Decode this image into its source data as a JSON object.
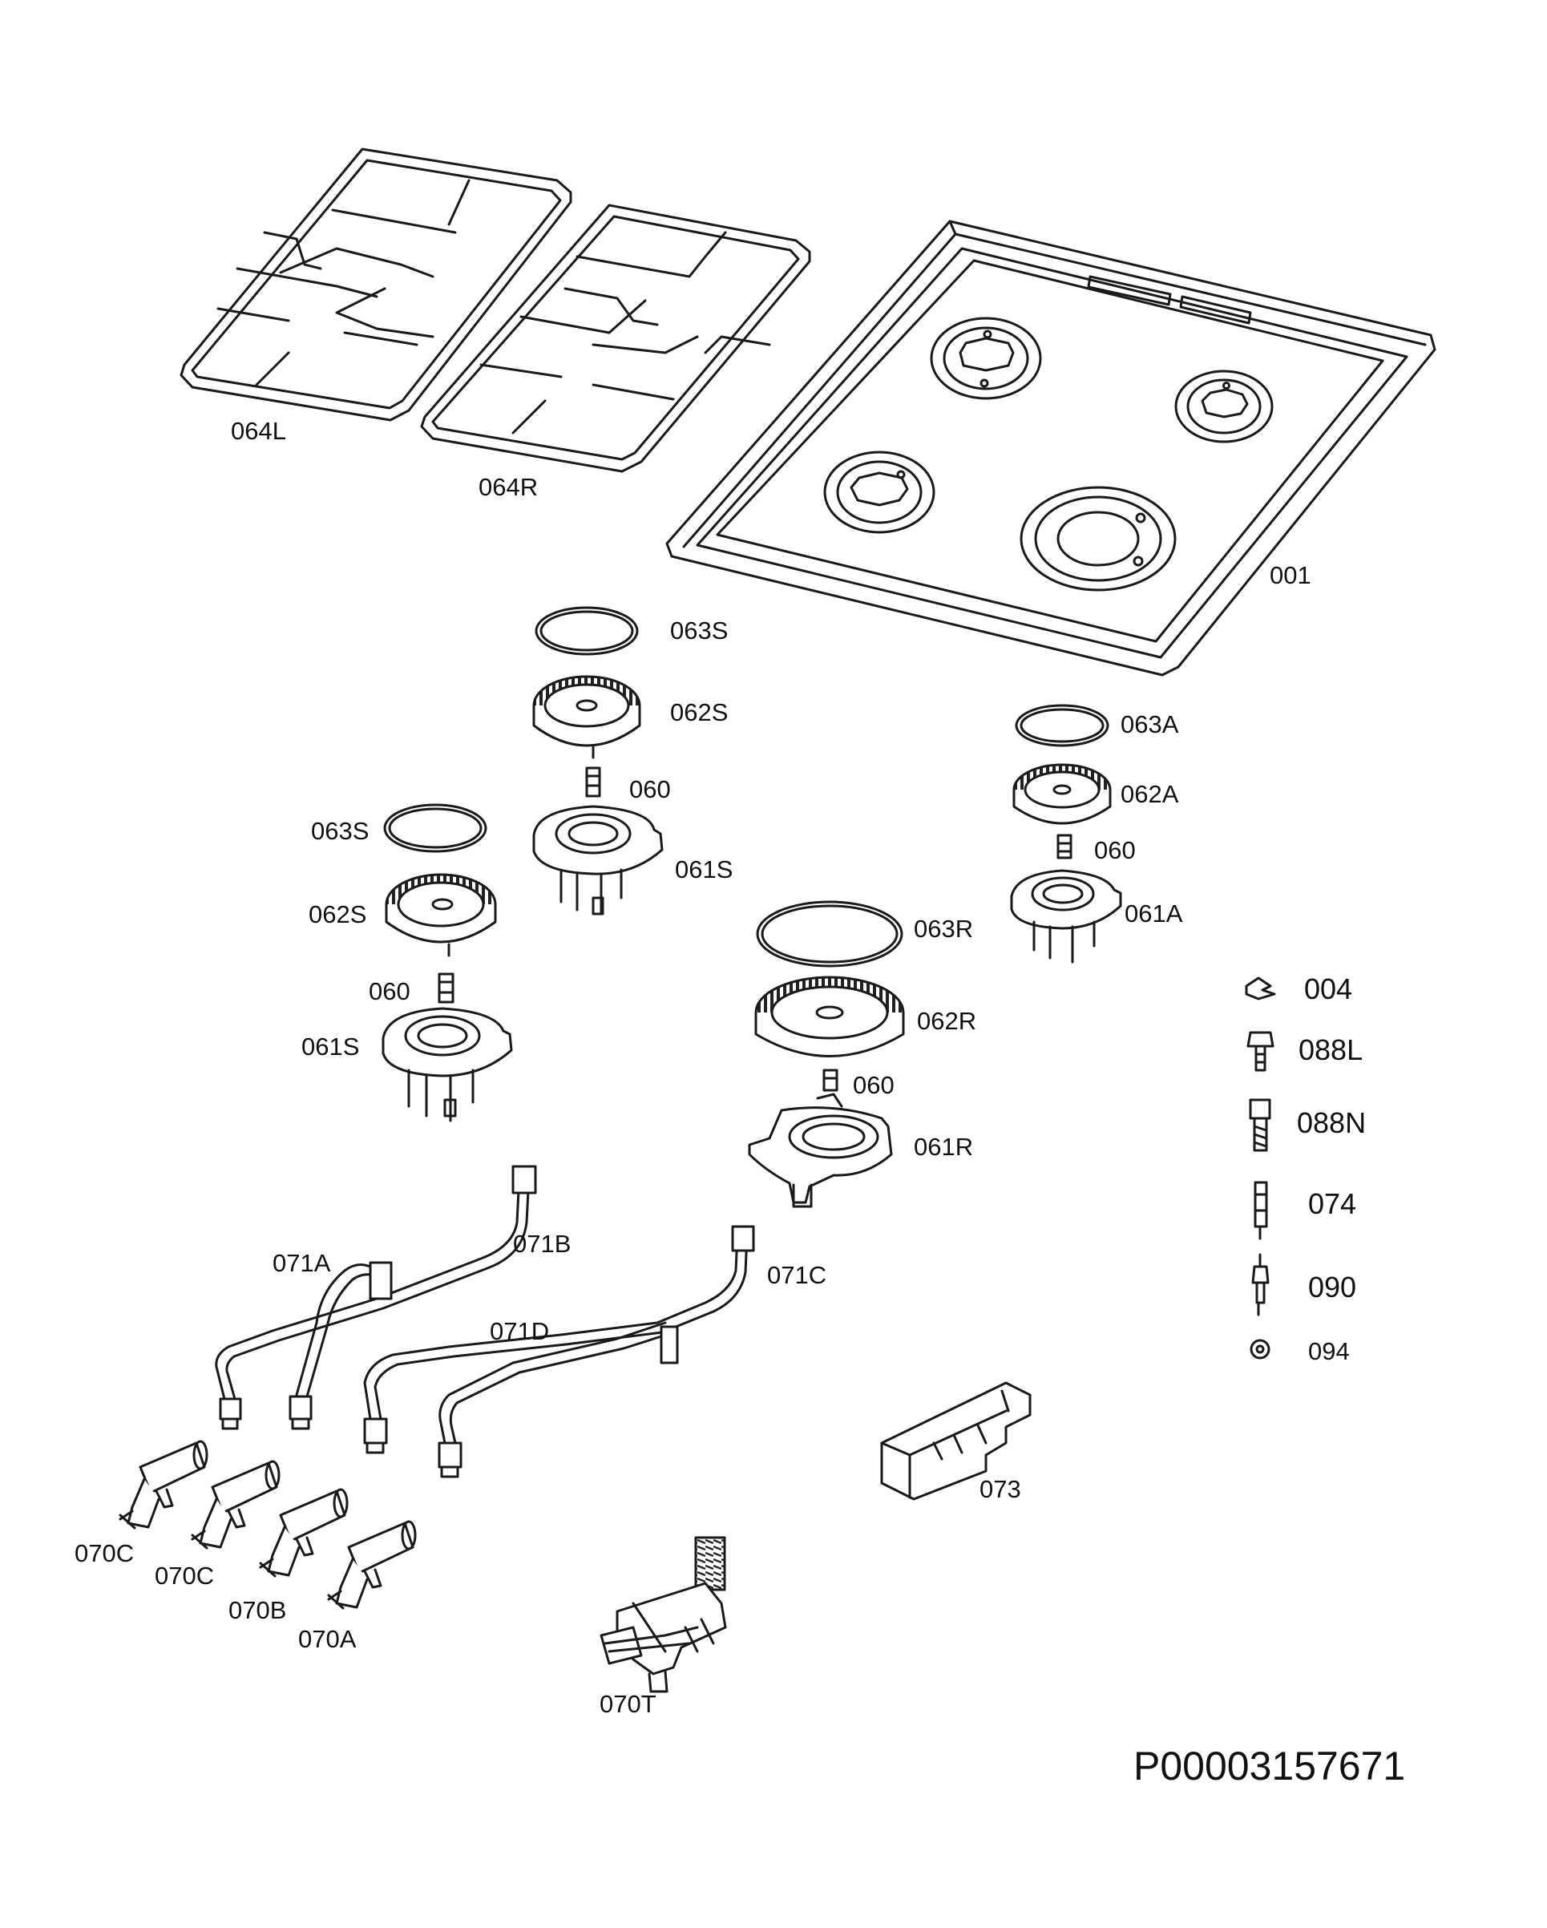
{
  "diagram": {
    "document_number": "P00003157671",
    "labels": {
      "p001": "001",
      "p064L": "064L",
      "p064R": "064R",
      "p063S_a": "063S",
      "p062S_a": "062S",
      "p060_a": "060",
      "p061S_a": "061S",
      "p063S_b": "063S",
      "p062S_b": "062S",
      "p060_b": "060",
      "p061S_b": "061S",
      "p063A": "063A",
      "p062A": "062A",
      "p060_c": "060",
      "p061A": "061A",
      "p063R": "063R",
      "p062R": "062R",
      "p060_d": "060",
      "p061R": "061R",
      "p004": "004",
      "p088L": "088L",
      "p088N": "088N",
      "p074": "074",
      "p090": "090",
      "p094": "094",
      "p071A": "071A",
      "p071B": "071B",
      "p071C": "071C",
      "p071D": "071D",
      "p073": "073",
      "p070C_a": "070C",
      "p070C_b": "070C",
      "p070B": "070B",
      "p070A": "070A",
      "p070T": "070T"
    }
  }
}
